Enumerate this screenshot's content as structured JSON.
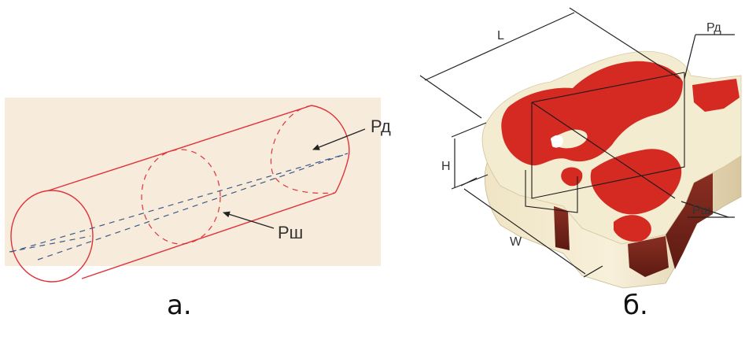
{
  "panel_a": {
    "label_rd": "Рд",
    "label_rsh": "Рш",
    "caption": "а.",
    "background_color": "#f7ebdc",
    "line_color": "#e0333c"
  },
  "panel_b": {
    "label_l": "L",
    "label_h": "H",
    "label_w": "W",
    "label_rd": "Рд",
    "label_rsh": "Рш",
    "caption": "б.",
    "meat_color": "#d42a22",
    "fat_color": "#f4ecd0",
    "side_shadow_color": "#7a2a20"
  }
}
